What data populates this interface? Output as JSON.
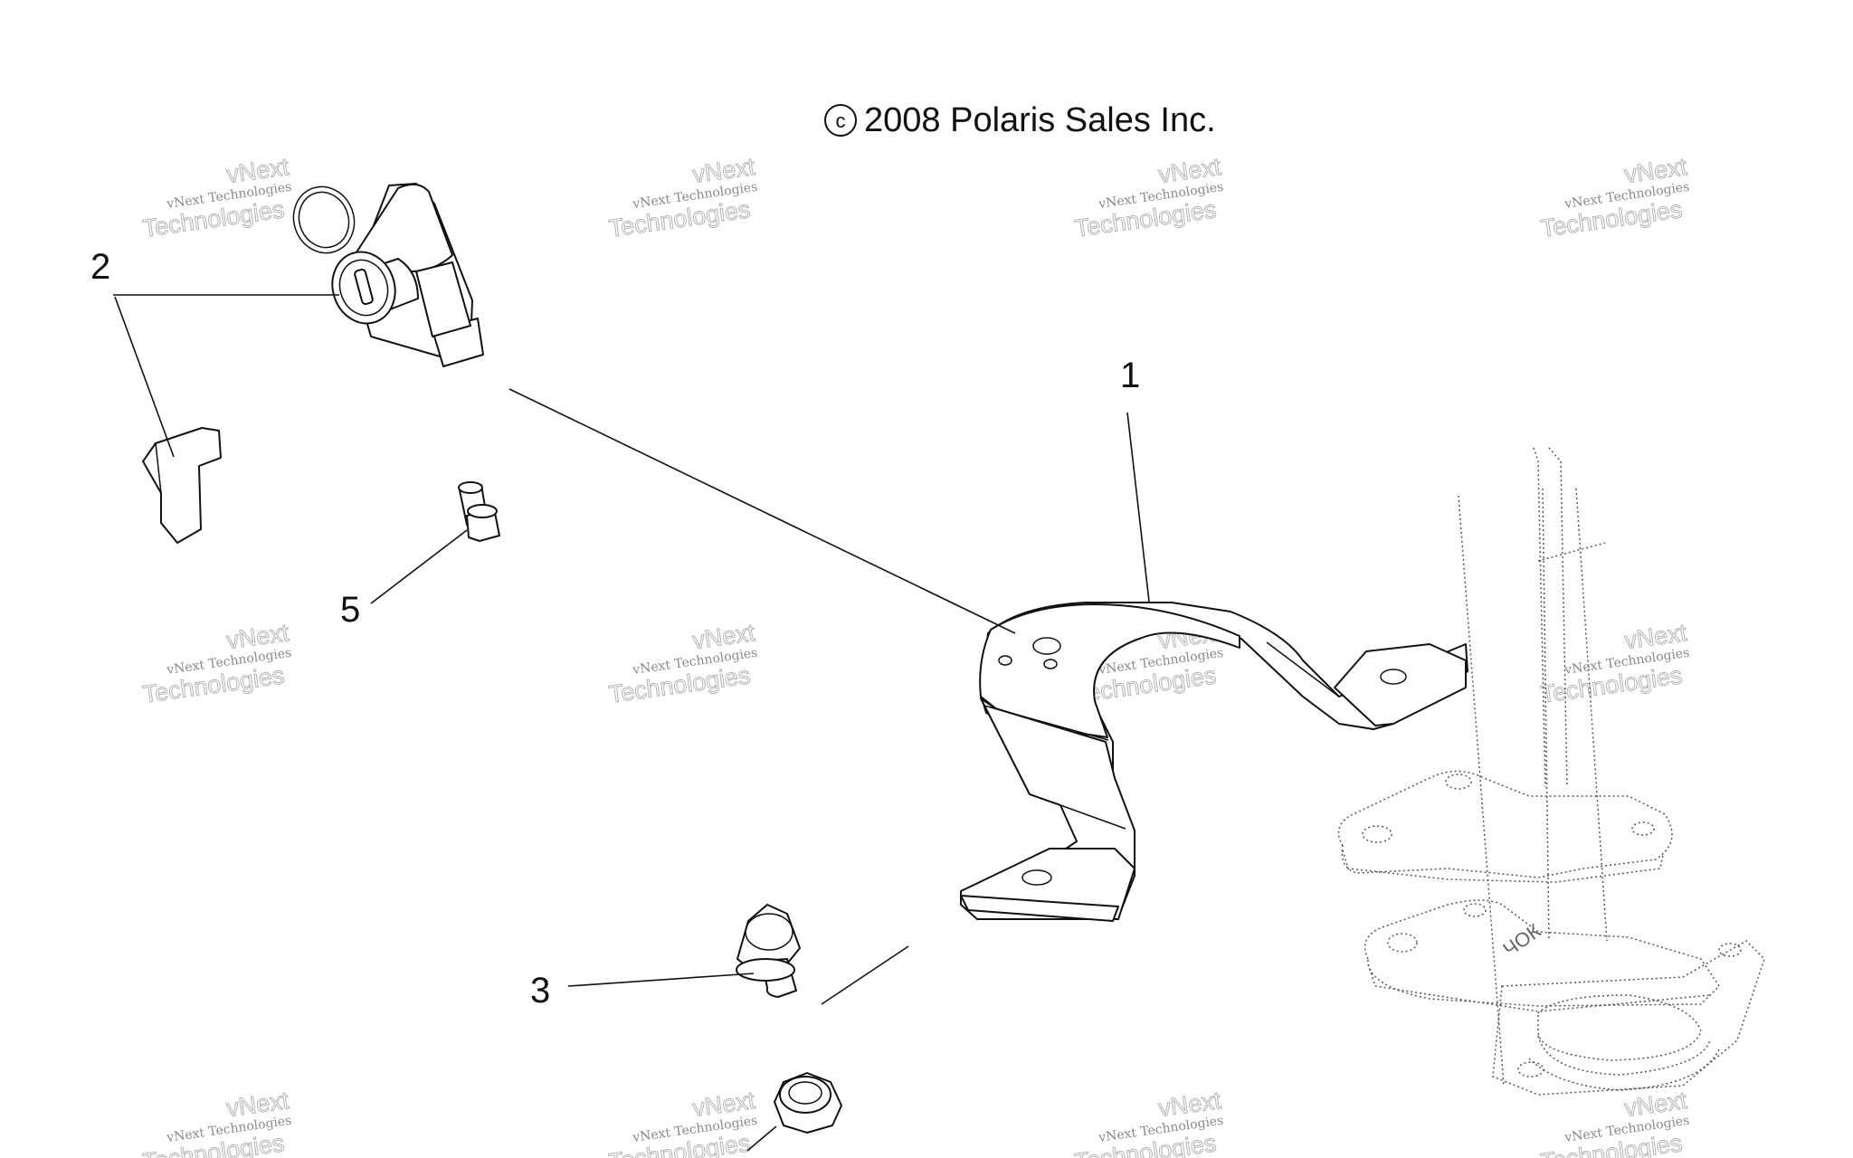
{
  "header": {
    "copyright": "2008 Polaris Sales Inc."
  },
  "callouts": [
    {
      "id": "1",
      "label": "1"
    },
    {
      "id": "2",
      "label": "2"
    },
    {
      "id": "3",
      "label": "3"
    },
    {
      "id": "5",
      "label": "5"
    }
  ],
  "watermark": {
    "small": "vNext Technologies",
    "big": "Technologies",
    "top": "vNext"
  },
  "part_stamp": "ЧОК"
}
